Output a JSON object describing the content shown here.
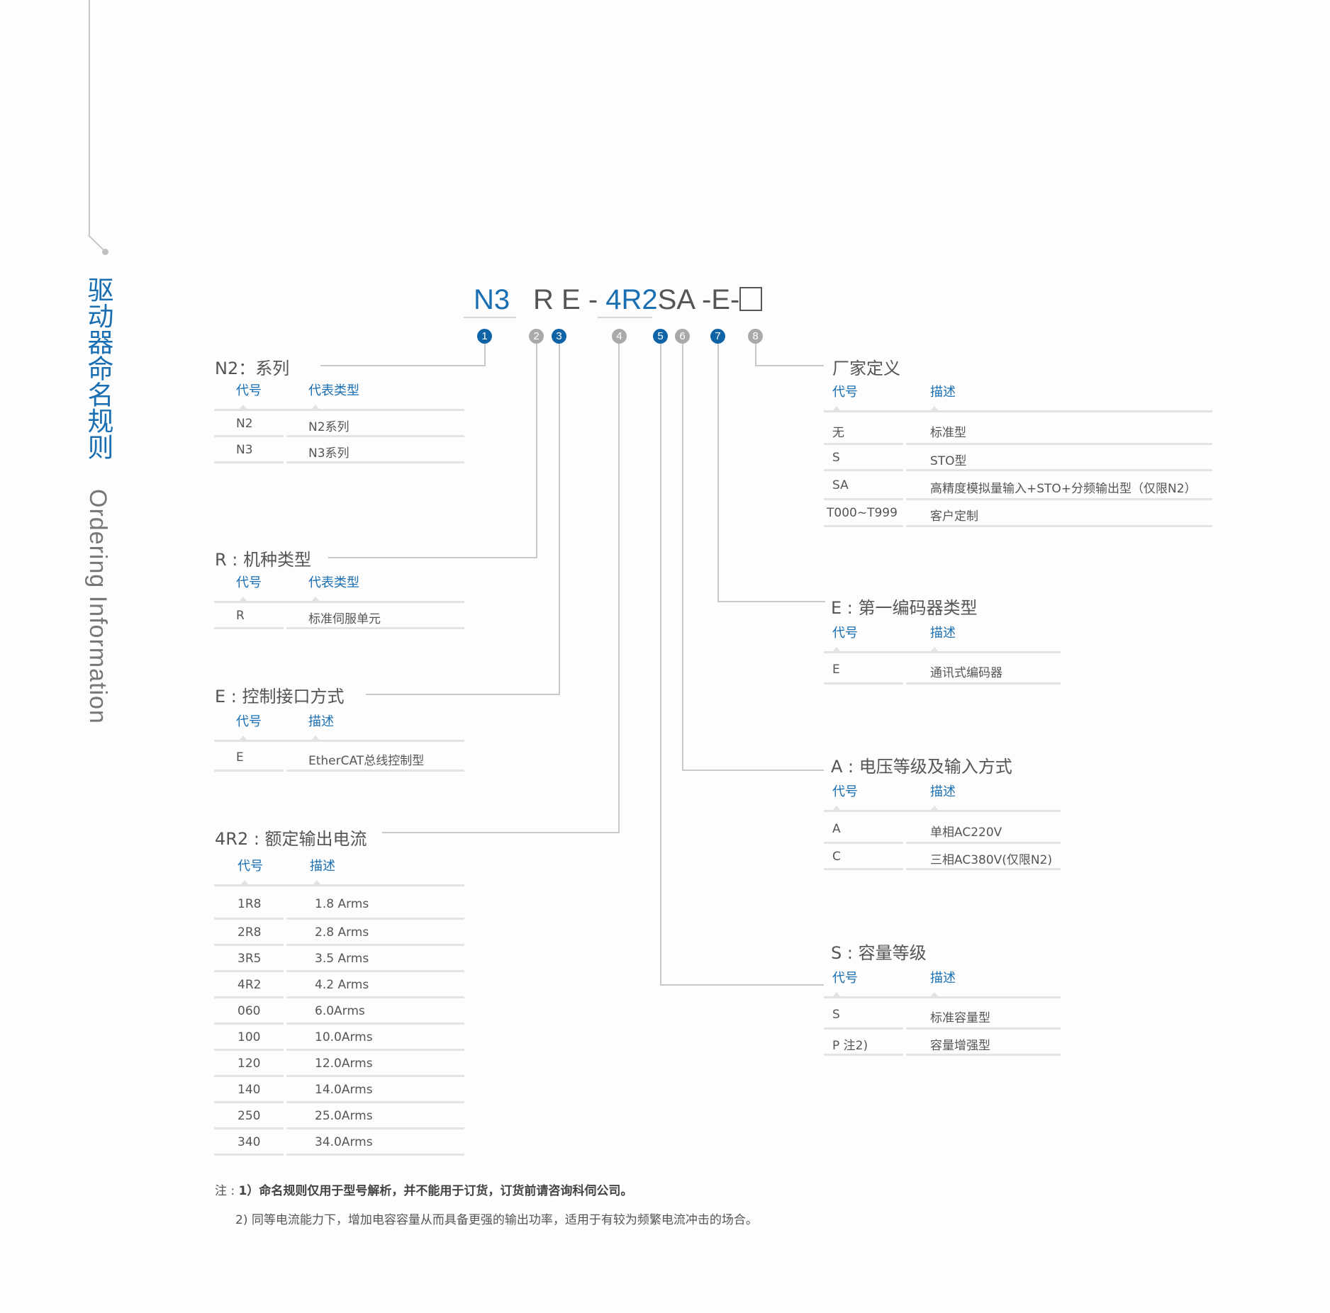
{
  "sidebar": {
    "title_cn": "驱动器命名规则",
    "title_en": "Ordering Information"
  },
  "model_code": {
    "parts": [
      "N3",
      "R",
      "E",
      "-",
      "4R2",
      "S",
      "A",
      "-",
      "E",
      "-",
      "□"
    ],
    "badges": [
      "1",
      "2",
      "3",
      "4",
      "5",
      "6",
      "7",
      "8"
    ],
    "colors": {
      "accent": "#1a6fb3",
      "badge_blue": "#0f64a8",
      "badge_gray": "#a9a9a9"
    }
  },
  "sections": {
    "series": {
      "title": "N2：系列",
      "headers": [
        "代号",
        "代表类型"
      ],
      "rows": [
        [
          "N2",
          "N2系列"
        ],
        [
          "N3",
          "N3系列"
        ]
      ]
    },
    "machine_type": {
      "title": "R : 机种类型",
      "headers": [
        "代号",
        "代表类型"
      ],
      "rows": [
        [
          "R",
          "标准伺服单元"
        ]
      ]
    },
    "control_interface": {
      "title": "E : 控制接口方式",
      "headers": [
        "代号",
        "描述"
      ],
      "rows": [
        [
          "E",
          "EtherCAT总线控制型"
        ]
      ]
    },
    "rated_current": {
      "title": "4R2 : 额定输出电流",
      "headers": [
        "代号",
        "描述"
      ],
      "rows": [
        [
          "1R8",
          "1.8 Arms"
        ],
        [
          "2R8",
          "2.8 Arms"
        ],
        [
          "3R5",
          "3.5 Arms"
        ],
        [
          "4R2",
          "4.2 Arms"
        ],
        [
          "060",
          "6.0Arms"
        ],
        [
          "100",
          "10.0Arms"
        ],
        [
          "120",
          "12.0Arms"
        ],
        [
          "140",
          "14.0Arms"
        ],
        [
          "250",
          "25.0Arms"
        ],
        [
          "340",
          "34.0Arms"
        ]
      ]
    },
    "vendor": {
      "title": "厂家定义",
      "headers": [
        "代号",
        "描述"
      ],
      "rows": [
        [
          "无",
          "标准型"
        ],
        [
          "S",
          "STO型"
        ],
        [
          "SA",
          "高精度模拟量输入+STO+分频输出型（仅限N2）"
        ],
        [
          "T000~T999",
          "客户定制"
        ]
      ]
    },
    "encoder": {
      "title": "E : 第一编码器类型",
      "headers": [
        "代号",
        "描述"
      ],
      "rows": [
        [
          "E",
          "通讯式编码器"
        ]
      ]
    },
    "voltage": {
      "title": "A : 电压等级及输入方式",
      "headers": [
        "代号",
        "描述"
      ],
      "rows": [
        [
          "A",
          "单相AC220V"
        ],
        [
          "C",
          "三相AC380V(仅限N2)"
        ]
      ]
    },
    "capacity": {
      "title": "S : 容量等级",
      "headers": [
        "代号",
        "描述"
      ],
      "rows": [
        [
          "S",
          "标准容量型"
        ],
        [
          "P 注2)",
          "容量增强型"
        ]
      ]
    }
  },
  "notes": {
    "prefix": "注 :",
    "note1": "1）命名规则仅用于型号解析，并不能用于订货，订货前请咨询科伺公司。",
    "note2": "2) 同等电流能力下，增加电容容量从而具备更强的输出功率，适用于有较为频繁电流冲击的场合。"
  }
}
